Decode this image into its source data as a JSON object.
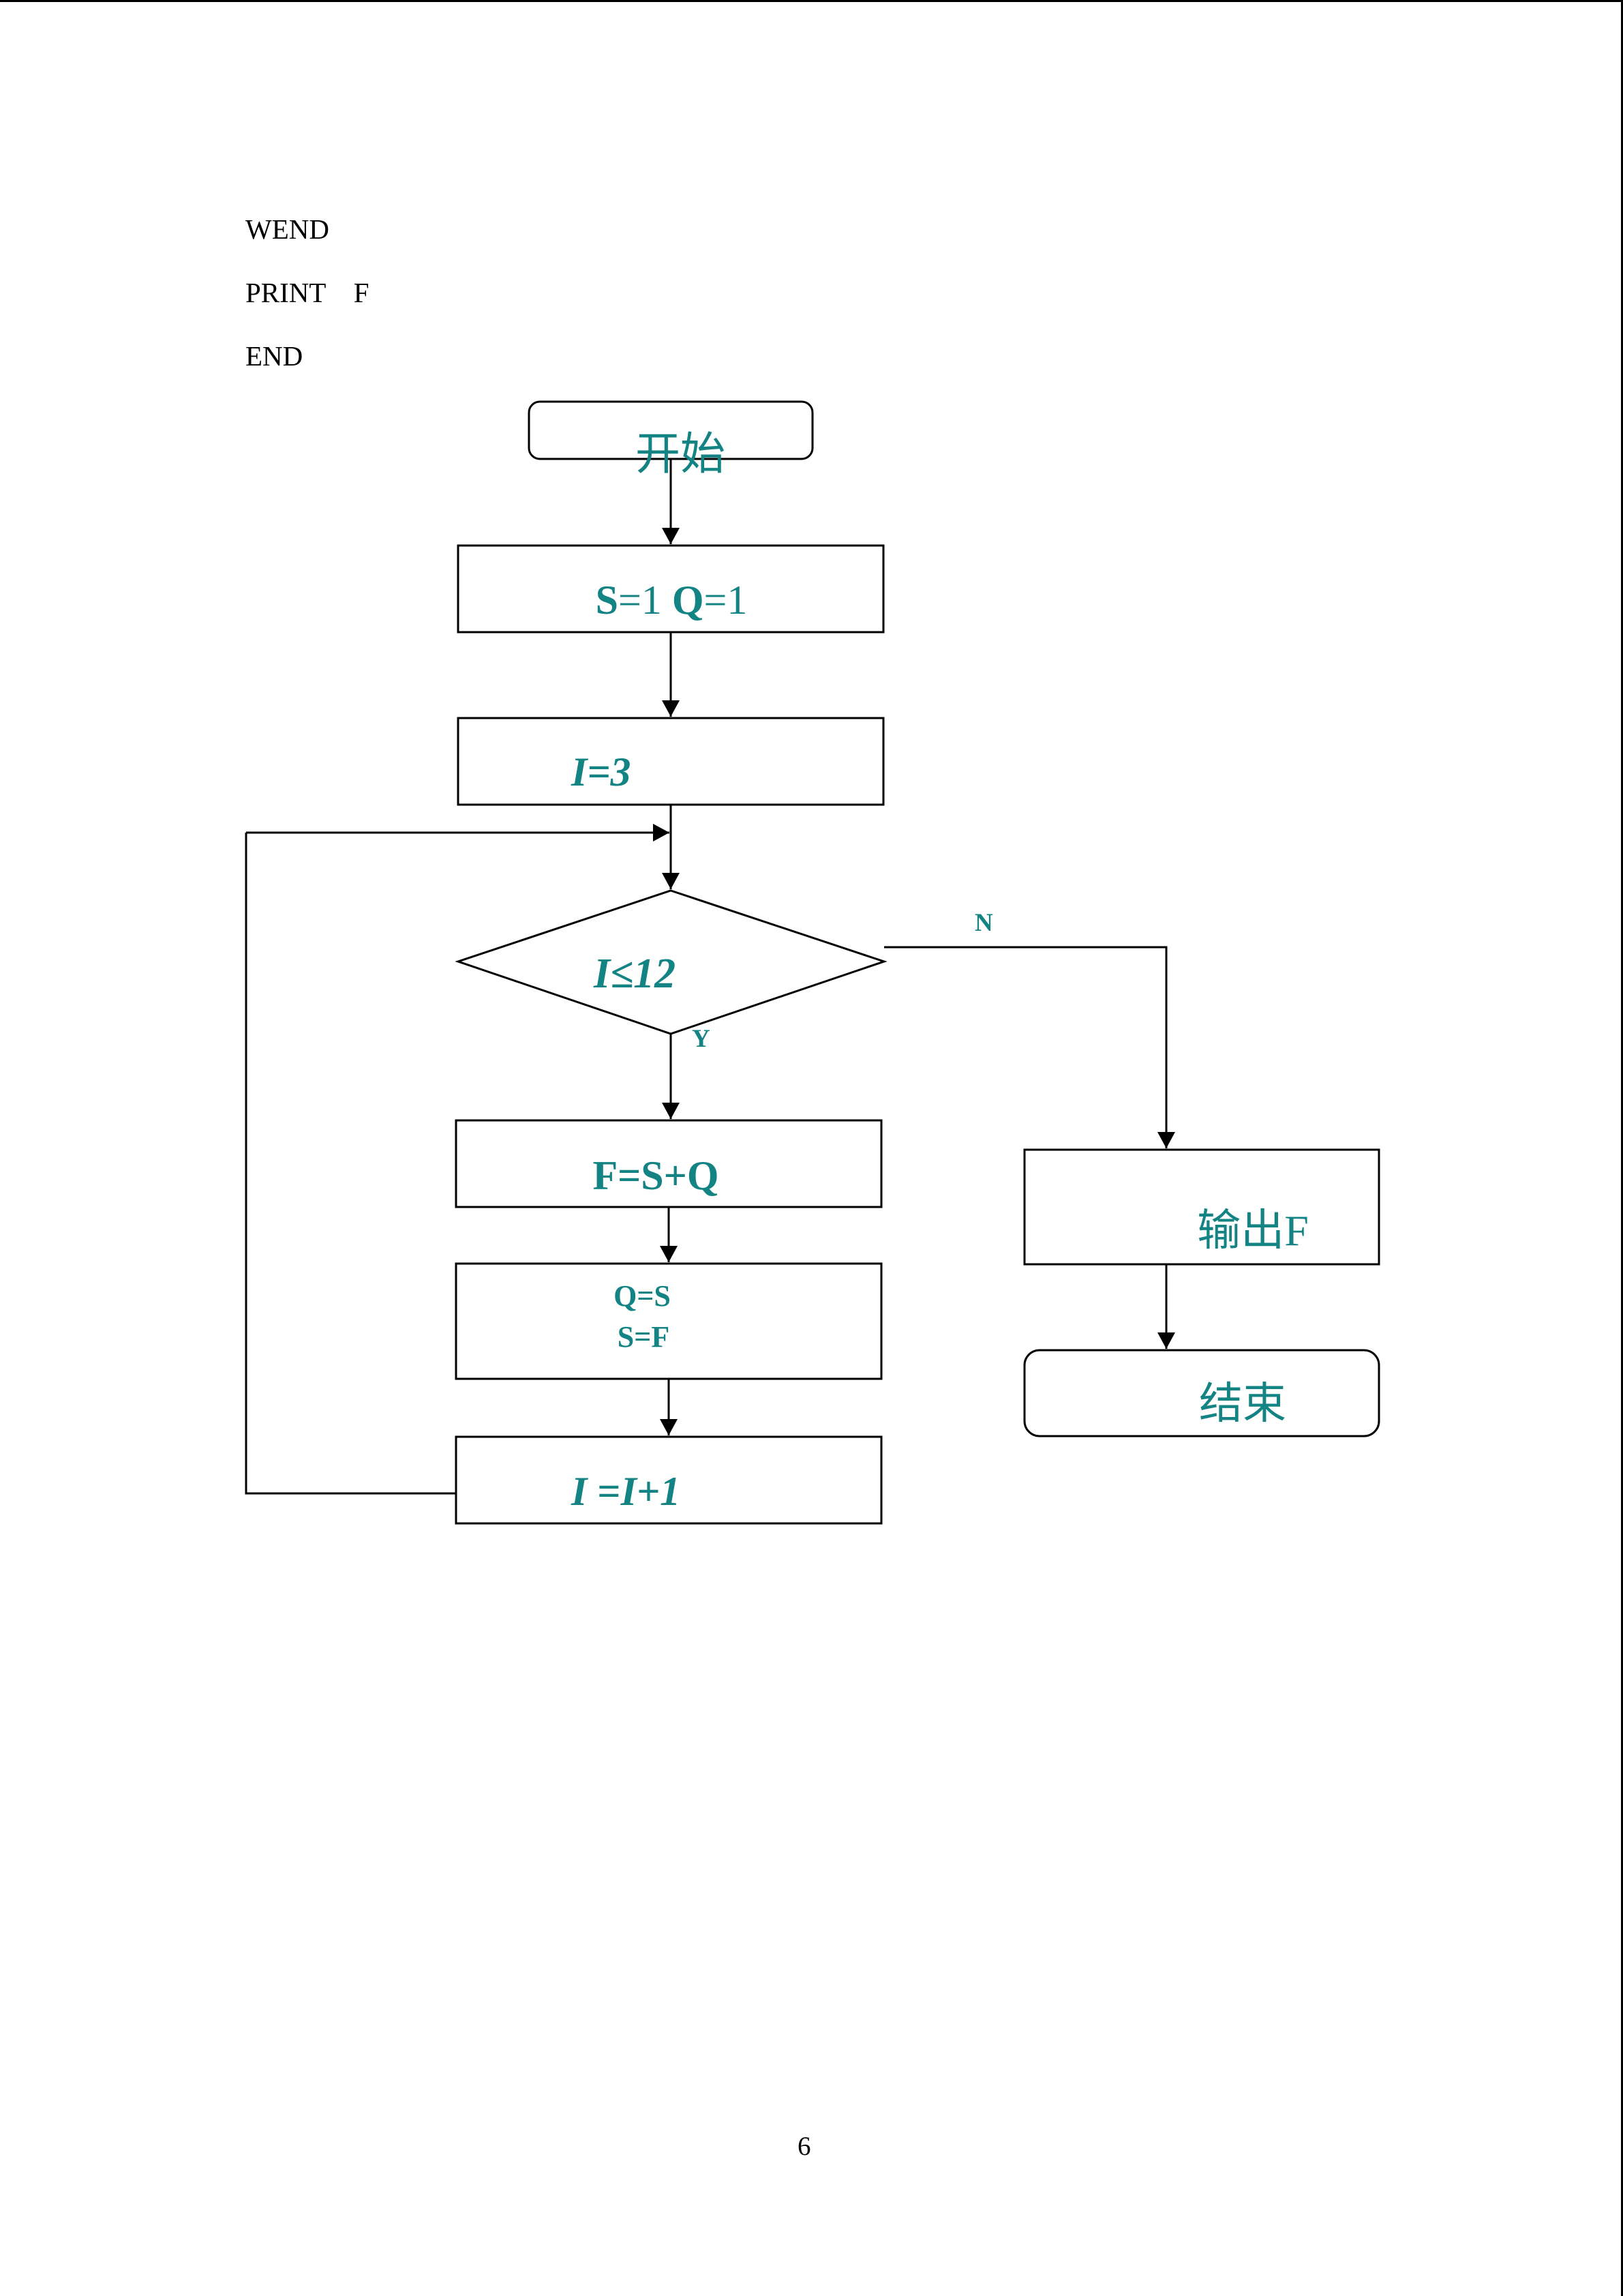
{
  "code": {
    "line1": "WEND",
    "line2": "PRINT    F",
    "line3": "END"
  },
  "flowchart": {
    "start": "开始",
    "init": "S=1 Q=1",
    "init_s": "S",
    "init_s_val": "=1 ",
    "init_q": "Q",
    "init_q_val": "=1",
    "loop_init": "I=3",
    "condition": "I≤12",
    "condition_var": "I",
    "condition_rest": "≤12",
    "yes_label": "Y",
    "no_label": "N",
    "compute_f": "F=S+Q",
    "assign_q": "Q=S",
    "assign_s": "S=F",
    "increment": "I =I+1",
    "increment_lhs": "I ",
    "increment_eq": "=",
    "increment_rhs": "I",
    "increment_tail": "+1",
    "output": "输出F",
    "end": "结束",
    "text_color": "#138383",
    "line_color": "#000000"
  },
  "page_number": "6"
}
